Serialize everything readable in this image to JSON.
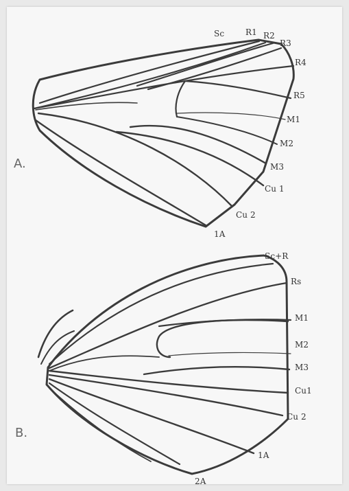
{
  "forewing": {
    "panel_label": "A.",
    "labels": {
      "sc": "Sc",
      "r1": "R1",
      "r2": "R2",
      "r3": "R3",
      "r4": "R4",
      "r5": "R5",
      "m1": "M1",
      "m2": "M2",
      "m3": "M3",
      "cu1": "Cu 1",
      "cu2": "Cu 2",
      "a1": "1A"
    }
  },
  "hindwing": {
    "panel_label": "B.",
    "labels": {
      "scr": "Sc+R",
      "rs": "Rs",
      "m1": "M1",
      "m2": "M2",
      "m3": "M3",
      "cu1": "Cu1",
      "cu2": "Cu 2",
      "a1": "1A",
      "a2": "2A"
    }
  },
  "colors": {
    "ink": "#3b3b3b",
    "paper": "#f7f7f7",
    "background": "#e9e9e9"
  }
}
